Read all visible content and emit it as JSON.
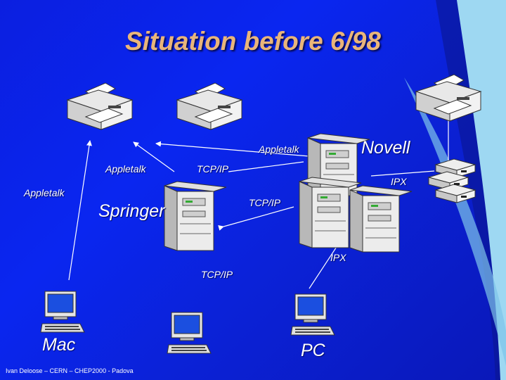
{
  "title": "Situation before 6/98",
  "labels": {
    "appletalk_top": "Appletalk",
    "appletalk_mid": "Appletalk",
    "appletalk_left": "Appletalk",
    "tcpip_top": "TCP/IP",
    "tcpip_springer": "TCP/IP",
    "tcpip_bottom": "TCP/IP",
    "ipx_right": "IPX",
    "ipx_bottom": "IPX",
    "novell": "Novell",
    "springer": "Springer",
    "mac": "Mac",
    "pc": "PC"
  },
  "footer": "Ivan Deloose – CERN – CHEP2000 - Padova",
  "colors": {
    "background": "#0b22e0",
    "title": "#e9b57a",
    "swoosh": "#9ed8f2",
    "text": "#ffffff"
  },
  "icons": [
    "printer-icon",
    "printer-icon",
    "printer-icon",
    "server-icon",
    "server-icon",
    "server-icon",
    "server-icon",
    "disk-stack-icon",
    "workstation-icon",
    "workstation-icon",
    "workstation-icon"
  ]
}
